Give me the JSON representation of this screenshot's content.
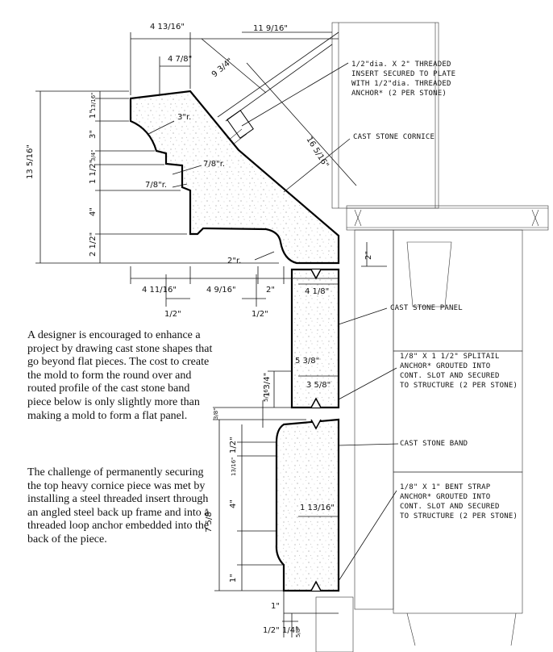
{
  "paragraphs": [
    "A designer is encouraged to enhance a project by drawing cast stone shapes that go beyond flat pieces.  The cost to create the mold to form the round over and routed profile of the cast stone band piece below is only slightly more than making a mold to form a flat panel.",
    "The challenge of permanently securing the top heavy cornice piece was met by installing a steel threaded insert through an angled steel back up frame and into a threaded loop anchor embedded into the back of the piece."
  ],
  "callouts": {
    "insert": [
      "1/2\"dia. X 2\" THREADED",
      "INSERT SECURED TO PLATE",
      "WITH 1/2\"dia. THREADED",
      "ANCHOR* (2 PER STONE)"
    ],
    "cornice": [
      "CAST STONE CORNICE"
    ],
    "panel": [
      "CAST STONE PANEL"
    ],
    "splitail": [
      "1/8\" X 1 1/2\" SPLITAIL",
      "ANCHOR* GROUTED INTO",
      "CONT. SLOT AND SECURED",
      "TO STRUCTURE (2 PER STONE)"
    ],
    "band": [
      "CAST STONE BAND"
    ],
    "strap": [
      "1/8\" X 1\" BENT STRAP",
      "ANCHOR* GROUTED INTO",
      "CONT. SLOT AND SECURED",
      "TO STRUCTURE (2 PER STONE)"
    ]
  },
  "dimensions": {
    "top_4_13_16": "4 13/16\"",
    "top_11_9_16": "11 9/16\"",
    "top_4_7_8": "4 7/8\"",
    "angle_9_3_4": "9 3/4\"",
    "diag_16_5_16": "16 5/16\"",
    "left_13_5_16": "13 5/16\"",
    "v_13_16": "13/16\"",
    "v_1": "1\"",
    "v_3": "3\"",
    "v_3_4": "3/4\"",
    "v_1_1_2": "1 1/2\"",
    "v_4": "4\"",
    "v_2_1_2": "2 1/2\"",
    "r_3": "3\"r.",
    "r_7_8a": "7/8\"r.",
    "r_7_8b": "7/8\"r.",
    "r_2": "2\"r.",
    "b_4_11_16": "4 11/16\"",
    "b_4_9_16": "4 9/16\"",
    "b_2": "2\"",
    "b_half_a": "1/2\"",
    "b_half_b": "1/2\"",
    "p_4_1_8": "4 1/8\"",
    "p_2": "2\"",
    "p_5_3_8": "5 3/8\"",
    "p_1_3_4": "1 3/4\"",
    "p_3_5_8": "3 5/8\"",
    "j_3_8": "3/8\"",
    "j_5_16": "5/16\"",
    "band_7_5_8": "7 5/8\"",
    "band_1_2": "1/2\"",
    "band_13_16": "13/16\"",
    "band_4": "4\"",
    "band_1_13_16": "1 13/16\"",
    "band_1": "1\"",
    "low_1": "1\"",
    "low_5_8": "5/8\"",
    "low_1_2": "1/2\"",
    "low_1_4": "1/4\""
  }
}
